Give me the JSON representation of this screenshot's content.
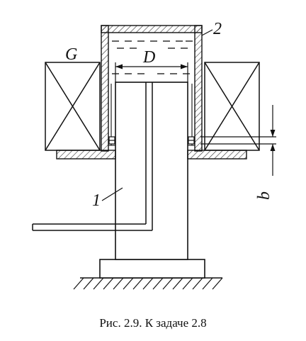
{
  "labels": {
    "magnet": "G",
    "cup": "2",
    "diameter": "D",
    "rod": "1",
    "gap": "b"
  },
  "caption": "Рис. 2.9. К задаче 2.8",
  "colors": {
    "line": "#111111",
    "hatch": "#333333",
    "background": "#ffffff"
  }
}
